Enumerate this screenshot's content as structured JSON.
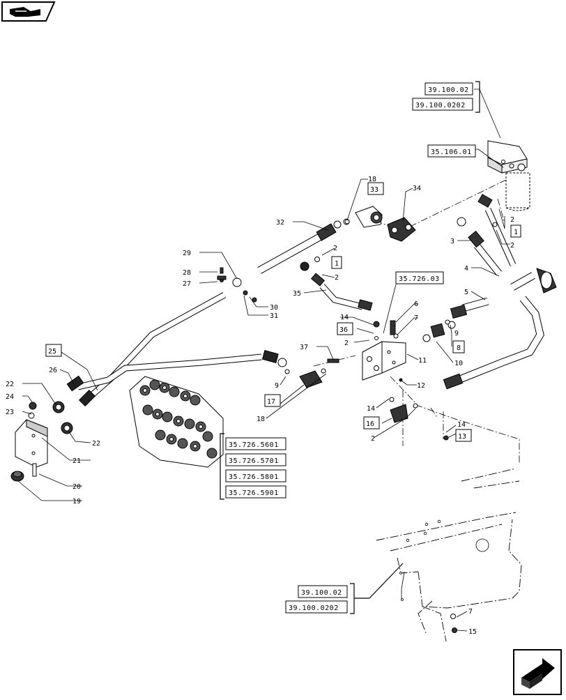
{
  "parts": [
    {
      "id": "p2a",
      "text": "2"
    },
    {
      "id": "p2b",
      "text": "2"
    },
    {
      "id": "p2c",
      "text": "2"
    },
    {
      "id": "p2d",
      "text": "2"
    },
    {
      "id": "p2e",
      "text": "2"
    },
    {
      "id": "p2f",
      "text": "2"
    },
    {
      "id": "p3",
      "text": "3"
    },
    {
      "id": "p4",
      "text": "4"
    },
    {
      "id": "p5",
      "text": "5"
    },
    {
      "id": "p6",
      "text": "6"
    },
    {
      "id": "p7a",
      "text": "7"
    },
    {
      "id": "p7b",
      "text": "7"
    },
    {
      "id": "p9a",
      "text": "9"
    },
    {
      "id": "p9b",
      "text": "9"
    },
    {
      "id": "p10",
      "text": "10"
    },
    {
      "id": "p11",
      "text": "11"
    },
    {
      "id": "p12",
      "text": "12"
    },
    {
      "id": "p14a",
      "text": "14"
    },
    {
      "id": "p14b",
      "text": "14"
    },
    {
      "id": "p14c",
      "text": "14"
    },
    {
      "id": "p15",
      "text": "15"
    },
    {
      "id": "p18a",
      "text": "18"
    },
    {
      "id": "p18b",
      "text": "18"
    },
    {
      "id": "p19",
      "text": "19"
    },
    {
      "id": "p20",
      "text": "20"
    },
    {
      "id": "p21",
      "text": "21"
    },
    {
      "id": "p22a",
      "text": "22"
    },
    {
      "id": "p22b",
      "text": "22"
    },
    {
      "id": "p23",
      "text": "23"
    },
    {
      "id": "p24",
      "text": "24"
    },
    {
      "id": "p26",
      "text": "26"
    },
    {
      "id": "p27",
      "text": "27"
    },
    {
      "id": "p28",
      "text": "28"
    },
    {
      "id": "p29",
      "text": "29"
    },
    {
      "id": "p30",
      "text": "30"
    },
    {
      "id": "p31",
      "text": "31"
    },
    {
      "id": "p32",
      "text": "32"
    },
    {
      "id": "p34",
      "text": "34"
    },
    {
      "id": "p35",
      "text": "35"
    },
    {
      "id": "p37",
      "text": "37"
    }
  ],
  "boxed_parts": [
    {
      "id": "b1a",
      "text": "1"
    },
    {
      "id": "b1b",
      "text": "1"
    },
    {
      "id": "b8",
      "text": "8"
    },
    {
      "id": "b13",
      "text": "13"
    },
    {
      "id": "b16",
      "text": "16"
    },
    {
      "id": "b17",
      "text": "17"
    },
    {
      "id": "b25",
      "text": "25"
    },
    {
      "id": "b33",
      "text": "33"
    },
    {
      "id": "b36",
      "text": "36"
    }
  ],
  "references": {
    "top_a": "39.100.02",
    "top_b": "39.100.0202",
    "filter": "35.106.01",
    "valve_block": "35.726.03",
    "valve_list": [
      "35.726.5601",
      "35.726.5701",
      "35.726.5801",
      "35.726.5901"
    ],
    "bottom_a": "39.100.02",
    "bottom_b": "39.100.0202"
  },
  "icons": {
    "top_left": "book-hand-icon",
    "bottom_right": "next-page-arrow-icon"
  },
  "colors": {
    "ink": "#000000",
    "paper": "#ffffff",
    "shade": "#6a6a6a"
  }
}
